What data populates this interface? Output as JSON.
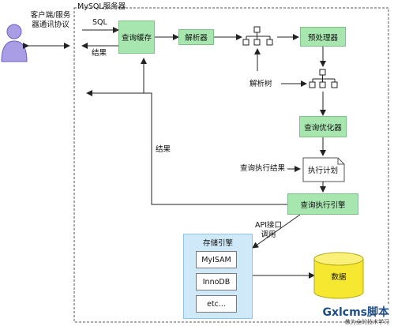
{
  "client": {
    "label": "客户端/服务器通讯协议"
  },
  "server": {
    "title": "MySQL服务器"
  },
  "edges": {
    "sql": "SQL",
    "result_top": "结果",
    "result_left": "结果",
    "parse_tree": "解析树",
    "exec_result": "查询执行结果",
    "api_call": "API接口调用"
  },
  "nodes": {
    "query_cache": "查询缓存",
    "parser": "解析器",
    "preprocessor": "预处理器",
    "optimizer": "查询优化器",
    "exec_plan": "执行计划",
    "executor": "查询执行引擎",
    "storage_engine": "存储引擎",
    "myisam": "MyISAM",
    "innodb": "InnoDB",
    "etc": "etc...",
    "data": "数据"
  },
  "watermark": {
    "text": "Gxlcms脚本",
    "sub": "教为全的技术学习"
  }
}
